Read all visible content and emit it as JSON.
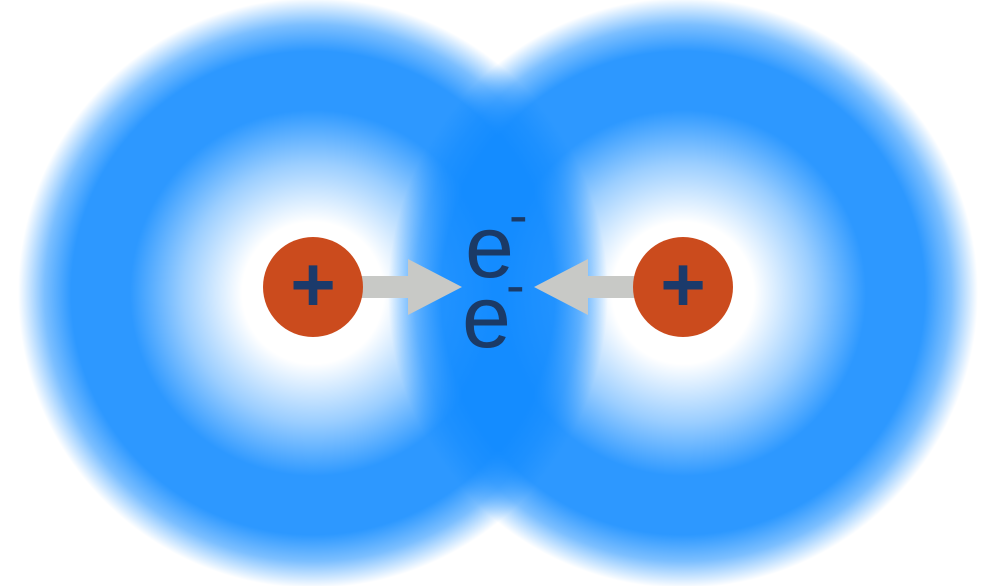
{
  "diagram": {
    "name": "covalent-bond-shared-electrons",
    "colors": {
      "background": "#FFFFFF",
      "electron_cloud_blue": "#2F9AFE",
      "nucleus_orange": "#CB4B1D",
      "symbol_navy": "#1B3A6B",
      "arrow_gray": "#C8C9C6"
    },
    "left_atom": {
      "nucleus_label": "+"
    },
    "right_atom": {
      "nucleus_label": "+"
    },
    "shared_electrons": [
      {
        "symbol": "e",
        "charge": "-"
      },
      {
        "symbol": "e",
        "charge": "-"
      }
    ]
  }
}
